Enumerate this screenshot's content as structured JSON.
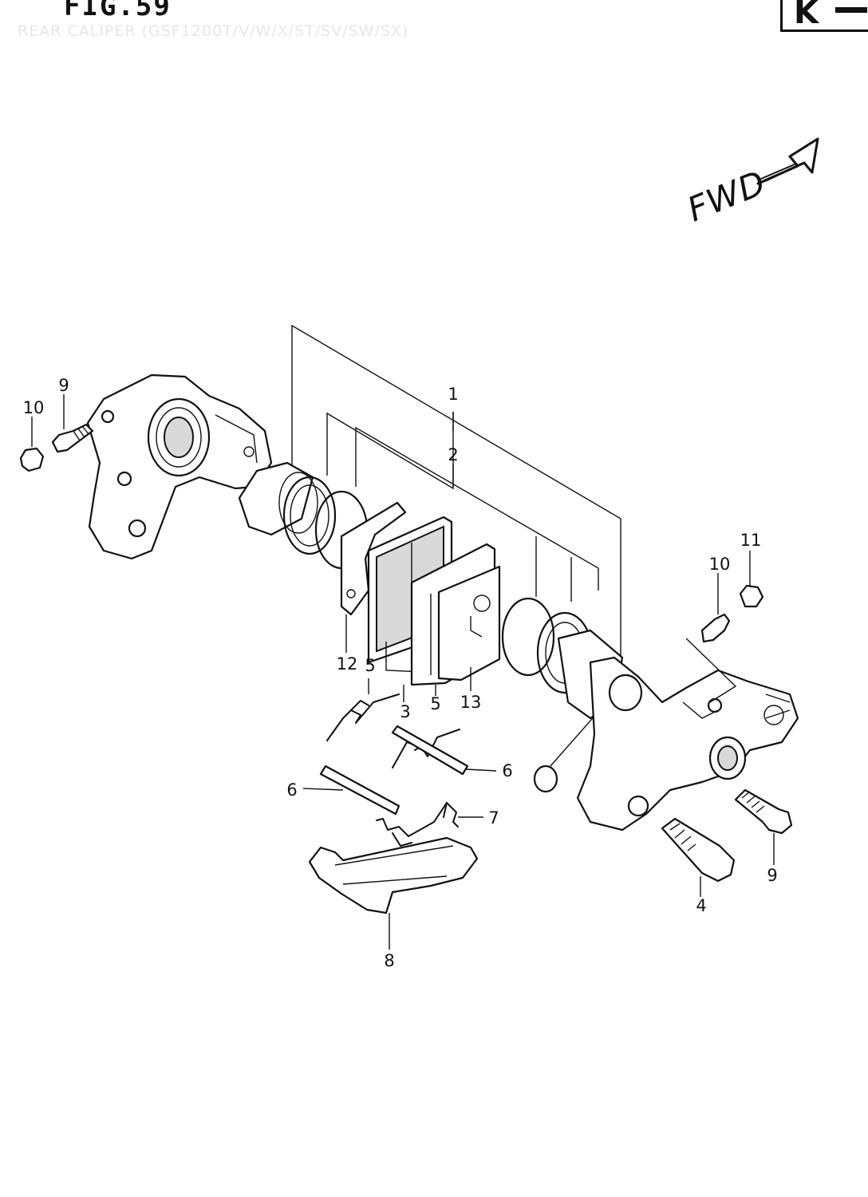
{
  "figure": {
    "title": "FIG.59",
    "subtitle": "REAR CALIPER (GSF1200T/V/W/X/ST/SV/SW/SX)",
    "section_code": "K"
  },
  "direction": {
    "label": "FWD",
    "icon": "forward-arrow-icon"
  },
  "callouts": [
    {
      "id": "callout-1",
      "text": "1"
    },
    {
      "id": "callout-2",
      "text": "2"
    },
    {
      "id": "callout-3",
      "text": "3"
    },
    {
      "id": "callout-4",
      "text": "4"
    },
    {
      "id": "callout-5a",
      "text": "5"
    },
    {
      "id": "callout-5b",
      "text": "5"
    },
    {
      "id": "callout-6a",
      "text": "6"
    },
    {
      "id": "callout-6b",
      "text": "6"
    },
    {
      "id": "callout-7",
      "text": "7"
    },
    {
      "id": "callout-8",
      "text": "8"
    },
    {
      "id": "callout-9a",
      "text": "9"
    },
    {
      "id": "callout-9b",
      "text": "9"
    },
    {
      "id": "callout-10a",
      "text": "10"
    },
    {
      "id": "callout-10b",
      "text": "10"
    },
    {
      "id": "callout-11",
      "text": "11"
    },
    {
      "id": "callout-12",
      "text": "12"
    },
    {
      "id": "callout-13",
      "text": "13"
    }
  ],
  "colors": {
    "ink": "#111111",
    "subtitle": "#e6e6e6",
    "paper": "#ffffff"
  }
}
